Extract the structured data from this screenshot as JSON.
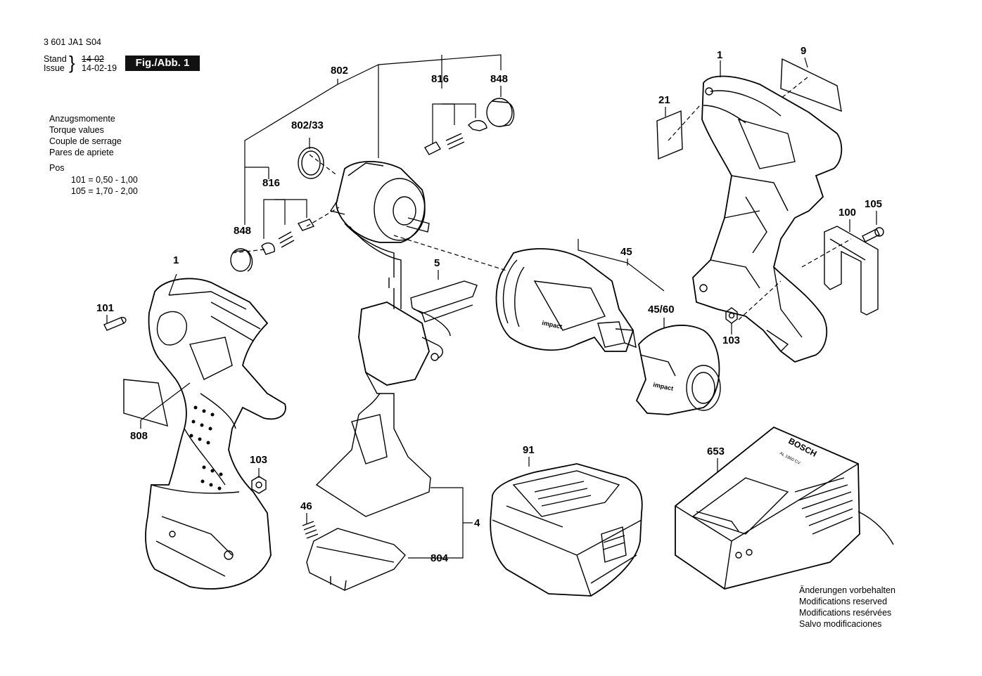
{
  "header": {
    "doc_number": "3 601 JA1 S04",
    "stand_label": "Stand",
    "issue_label": "Issue",
    "stand_value": "14-02",
    "issue_value": "14-02-19",
    "figure_label": "Fig./Abb. 1"
  },
  "torque": {
    "lines": [
      "Anzugsmomente",
      "Torque values",
      "Couple de serrage",
      "Pares de apriete"
    ],
    "pos_label": "Pos",
    "rows": [
      "101 =  0,50  -  1,00",
      "105 =  1,70  -  2,00"
    ]
  },
  "part_labels": {
    "p1_left": "1",
    "p101": "101",
    "p808": "808",
    "p103_left": "103",
    "p802": "802",
    "p802_33": "802/33",
    "p816_top": "816",
    "p848_top": "848",
    "p816_mid": "816",
    "p848_left": "848",
    "p5": "5",
    "p46": "46",
    "p4": "4",
    "p804": "804",
    "p45": "45",
    "p45_60": "45/60",
    "p91": "91",
    "p653": "653",
    "p1_right": "1",
    "p9": "9",
    "p21": "21",
    "p100": "100",
    "p105": "105",
    "p103_right": "103"
  },
  "footer": {
    "lines": [
      "Änderungen vorbehalten",
      "Modifications reserved",
      "Modifications resérvées",
      "Salvo modificaciones"
    ]
  },
  "markings": {
    "impact_1": "impact",
    "impact_2": "impact",
    "brand": "BOSCH",
    "charger_model": "AL 1860 CV"
  }
}
